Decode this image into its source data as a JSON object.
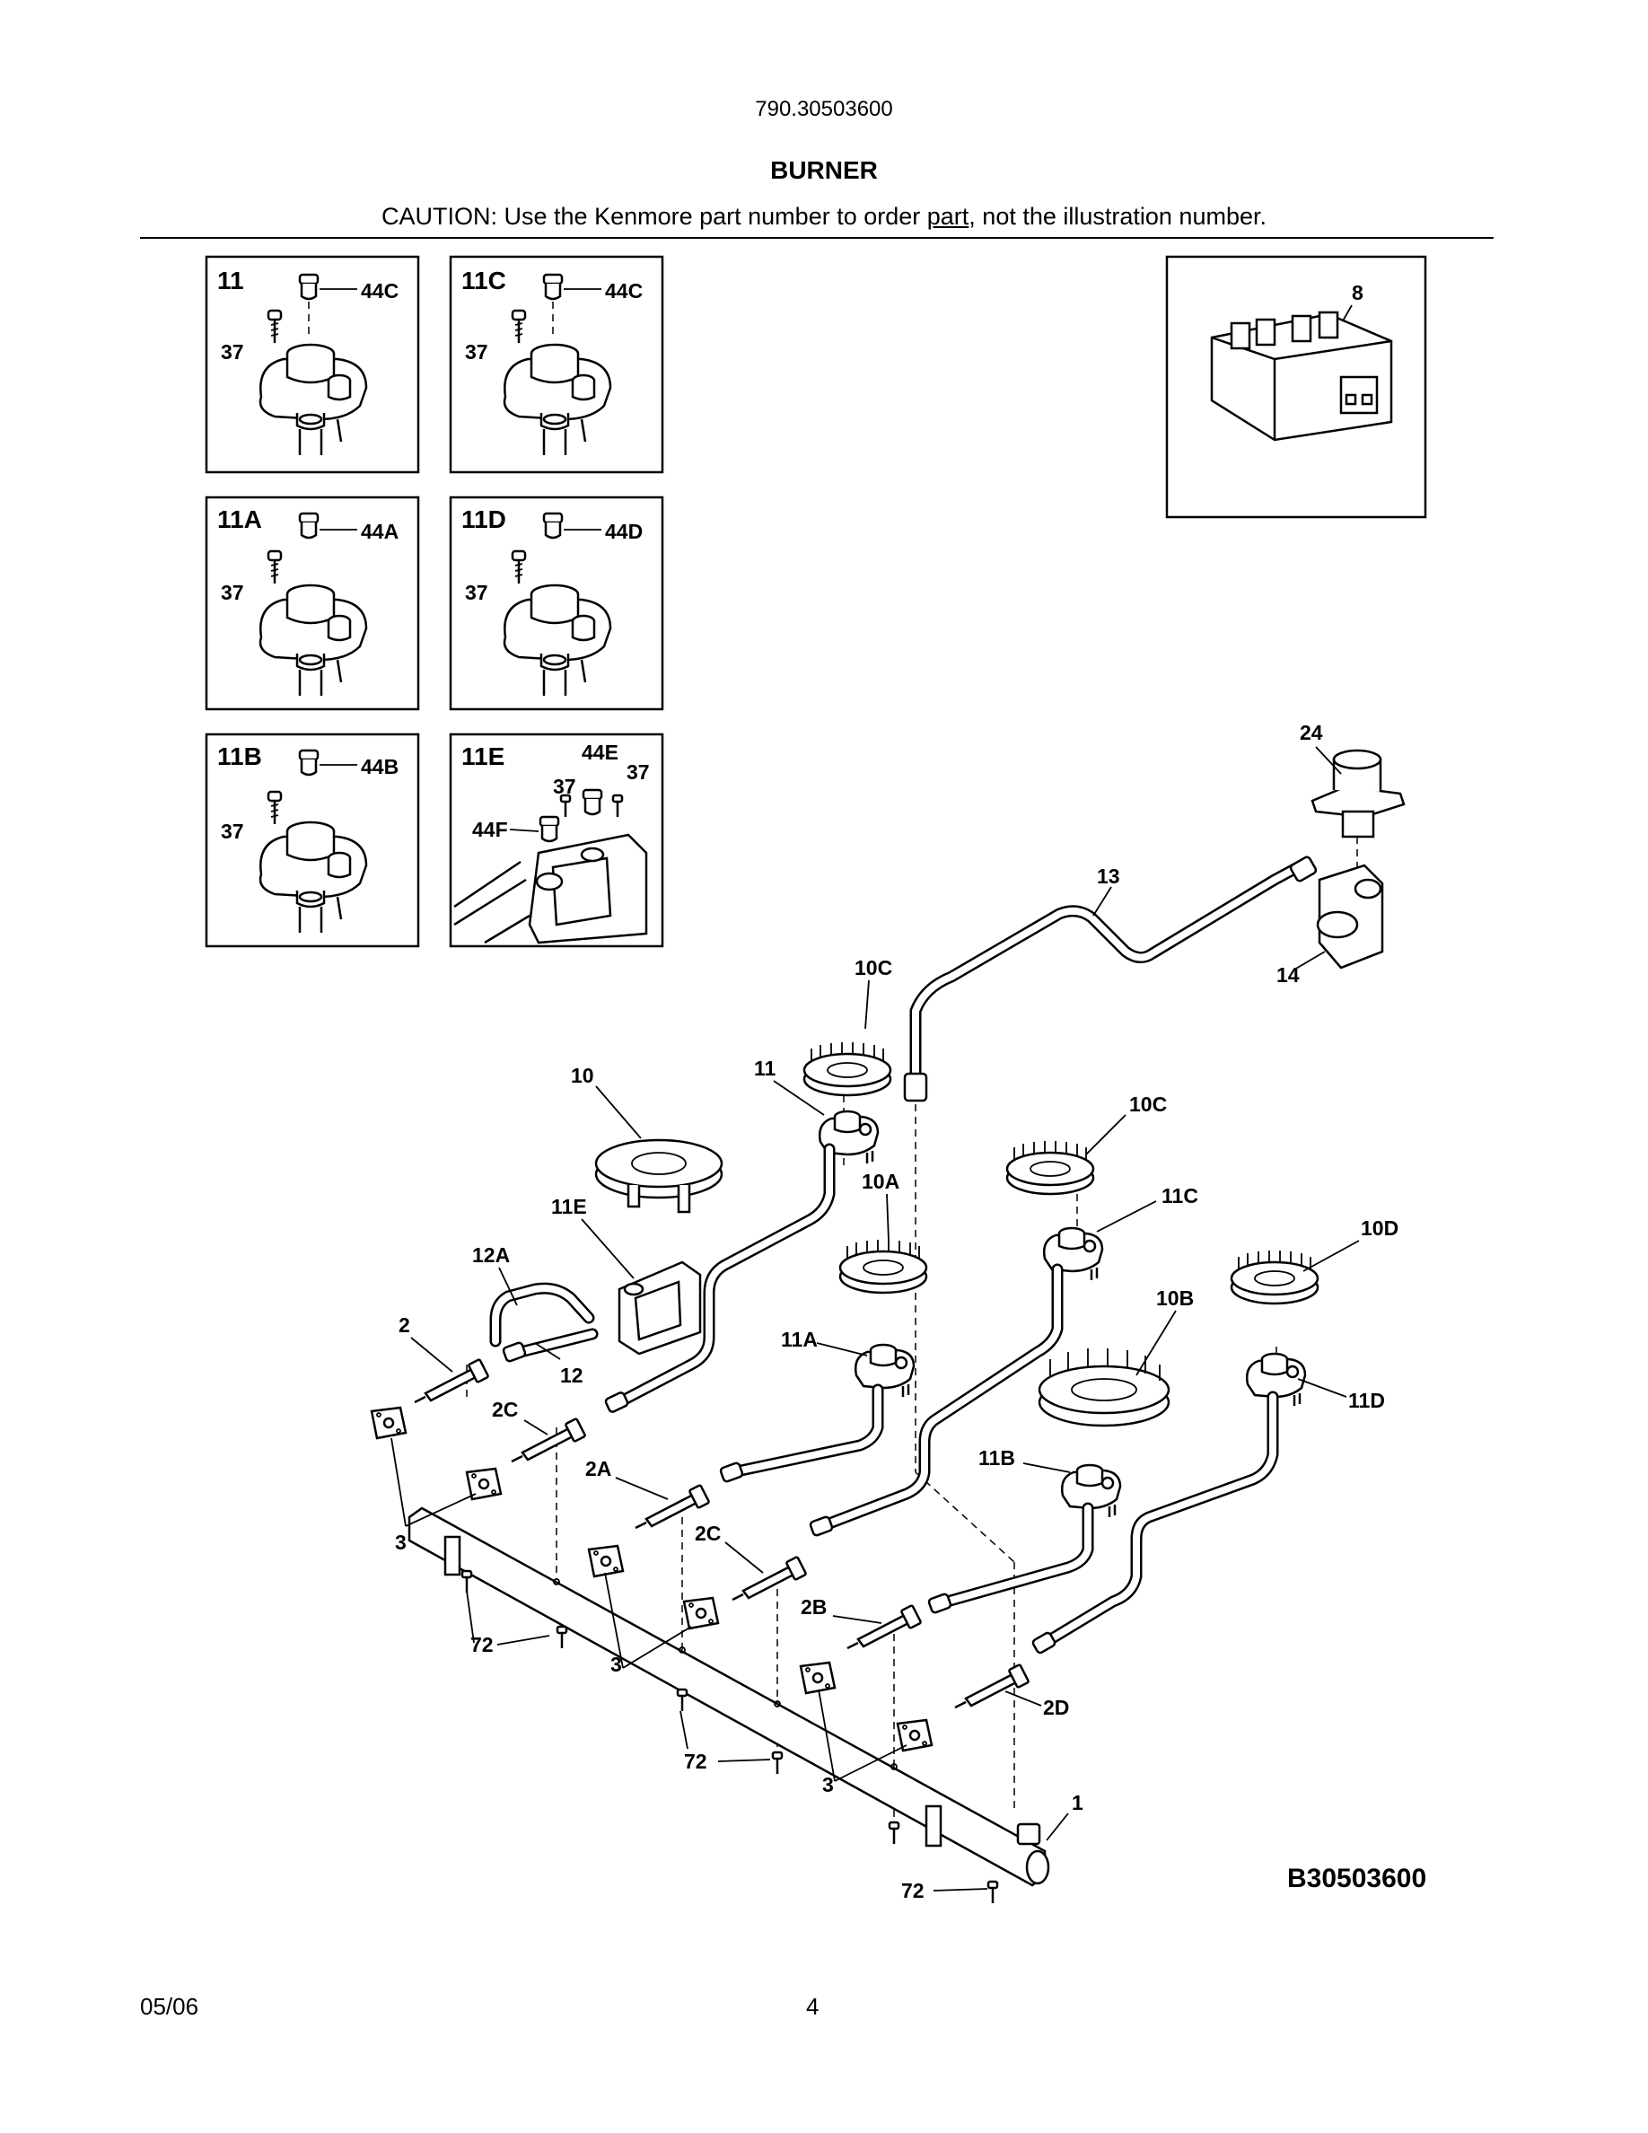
{
  "header": {
    "model_number": "790.30503600",
    "section_title": "BURNER",
    "caution_prefix": "CAUTION: Use the Kenmore part number to order ",
    "caution_link": "part",
    "caution_suffix": ", not the illustration number."
  },
  "insets": [
    {
      "id": "11",
      "labels": [
        "44C",
        "37"
      ]
    },
    {
      "id": "11C",
      "labels": [
        "44C",
        "37"
      ]
    },
    {
      "id": "11A",
      "labels": [
        "44A",
        "37"
      ]
    },
    {
      "id": "11D",
      "labels": [
        "44D",
        "37"
      ]
    },
    {
      "id": "11B",
      "labels": [
        "44B",
        "37"
      ]
    },
    {
      "id": "11E",
      "labels": [
        "44E",
        "37",
        "37",
        "44F"
      ]
    },
    {
      "id": "8",
      "labels": [
        "8"
      ]
    }
  ],
  "callouts": {
    "c24": "24",
    "c13": "13",
    "c14": "14",
    "c10C_a": "10C",
    "c11": "11",
    "c10": "10",
    "c10C_b": "10C",
    "c10A": "10A",
    "c11C": "11C",
    "c10D": "10D",
    "c11E": "11E",
    "c12A": "12A",
    "c10B": "10B",
    "c2": "2",
    "c12": "12",
    "c11A": "11A",
    "c11D": "11D",
    "c2C_a": "2C",
    "c11B": "11B",
    "c2A": "2A",
    "c3_a": "3",
    "c2C_b": "2C",
    "c2B": "2B",
    "c72_a": "72",
    "c3_b": "3",
    "c2D": "2D",
    "c72_b": "72",
    "c3_c": "3",
    "c1": "1",
    "c72_c": "72"
  },
  "footer": {
    "drawing_id": "B30503600",
    "date": "05/06",
    "page_number": "4"
  }
}
